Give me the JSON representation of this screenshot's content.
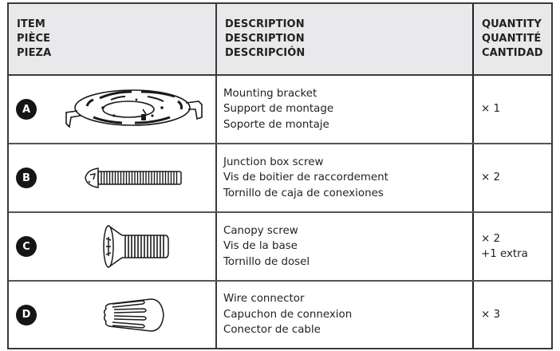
{
  "header": {
    "item": [
      "ITEM",
      "PIÈCE",
      "PIEZA"
    ],
    "description": [
      "DESCRIPTION",
      "DESCRIPTION",
      "DESCRIPCIÓN"
    ],
    "quantity": [
      "QUANTITY",
      "QUANTITÉ",
      "CANTIDAD"
    ]
  },
  "rows": [
    {
      "letter": "A",
      "icon": "mounting-bracket-icon",
      "description": [
        "Mounting bracket",
        "Support de montage",
        "Soporte de montaje"
      ],
      "quantity": [
        "× 1"
      ]
    },
    {
      "letter": "B",
      "icon": "junction-box-screw-icon",
      "description": [
        "Junction box screw",
        "Vis de boitier de raccordement",
        "Tornillo de caja de conexiones"
      ],
      "quantity": [
        "× 2"
      ]
    },
    {
      "letter": "C",
      "icon": "canopy-screw-icon",
      "description": [
        "Canopy screw",
        "Vis de la base",
        "Tornillo de dosel"
      ],
      "quantity": [
        "× 2",
        "+1 extra"
      ]
    },
    {
      "letter": "D",
      "icon": "wire-connector-icon",
      "description": [
        "Wire connector",
        "Capuchon de connexion",
        "Conector de cable"
      ],
      "quantity": [
        "× 3"
      ]
    }
  ],
  "colors": {
    "header_bg": "#e9e9eb",
    "border": "#3a3a3a",
    "badge": "#151515"
  }
}
